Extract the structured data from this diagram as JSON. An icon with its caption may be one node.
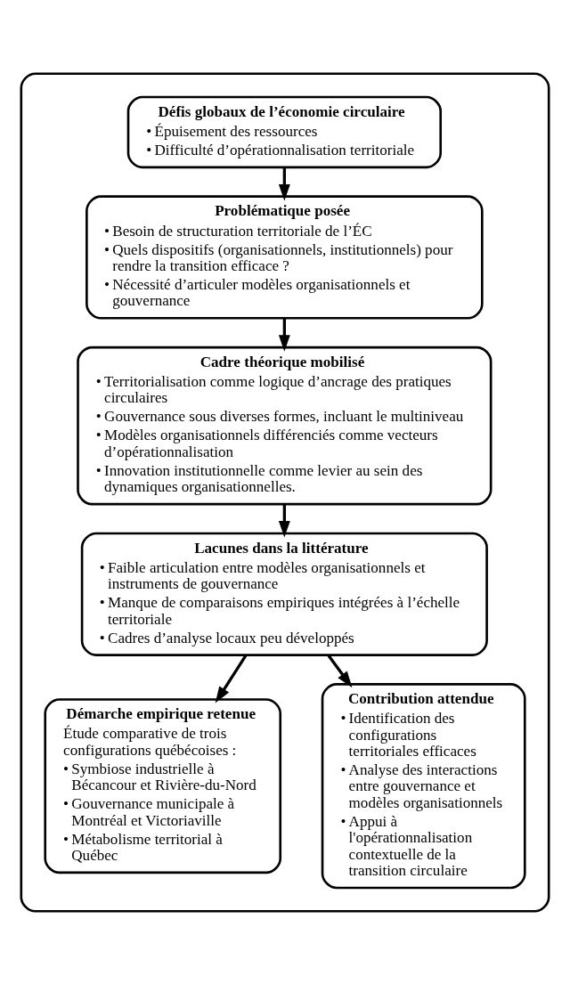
{
  "diagram": {
    "nodes": [
      {
        "text": [],
        "shape": "box"
      },
      {
        "text": [
          "Défis globaux de l’économie circulaire",
          "• Épuisement des ressources",
          "• Difficulté d’opérationnalisation territoriale"
        ],
        "in": 0
      },
      {
        "text": [
          "Problématique posée",
          "• Besoin de structuration territoriale de l’ÉC",
          "• Quels dispositifs (organisationnels, institutionnels) pour rendre la transition efficace ?",
          "• Nécessité d’articuler modèles organisationnels et gouvernance"
        ],
        "in": 0
      },
      {
        "text": [
          "Cadre théorique mobilisé",
          "• Territorialisation comme logique d’ancrage des pratiques circulaires",
          "• Gouvernance sous diverses formes, incluant le multiniveau",
          "• Modèles organisationnels différenciés comme vecteurs d’opérationnalisation",
          "• Innovation institutionnelle comme levier au sein des dynamiques organisationnelles."
        ],
        "in": 0
      },
      {
        "text": [
          "Lacunes dans la littérature",
          "• Faible articulation entre modèles organisationnels et instruments de gouvernance",
          "• Manque de comparaisons empiriques intégrées à l’échelle territoriale",
          "• Cadres d’analyse locaux peu développés"
        ],
        "in": 0
      },
      {
        "text": [
          "Démarche empirique retenue",
          "Étude comparative de trois configurations québécoises :",
          "• Symbiose industrielle à Bécancour et Rivière-du-Nord",
          "• Gouvernance municipale à Montréal et Victoriaville",
          "• Métabolisme territorial à Québec"
        ],
        "in": 0
      },
      {
        "text": [
          "Contribution attendue",
          "• Identification des configurations territoriales efficaces",
          "• Analyse des interactions entre gouvernance et modèles organisationnels",
          "• Appui à l'opérationnalisation contextuelle de la transition circulaire"
        ],
        "in": 0
      }
    ],
    "edges": [
      {
        "from": 1,
        "to": 2,
        "arrow": "to"
      },
      {
        "from": 2,
        "to": 3,
        "arrow": "to"
      },
      {
        "from": 3,
        "to": 4,
        "arrow": "to"
      },
      {
        "from": 4,
        "to": 5,
        "arrow": "to"
      },
      {
        "from": 4,
        "to": 6,
        "arrow": "to"
      }
    ]
  }
}
